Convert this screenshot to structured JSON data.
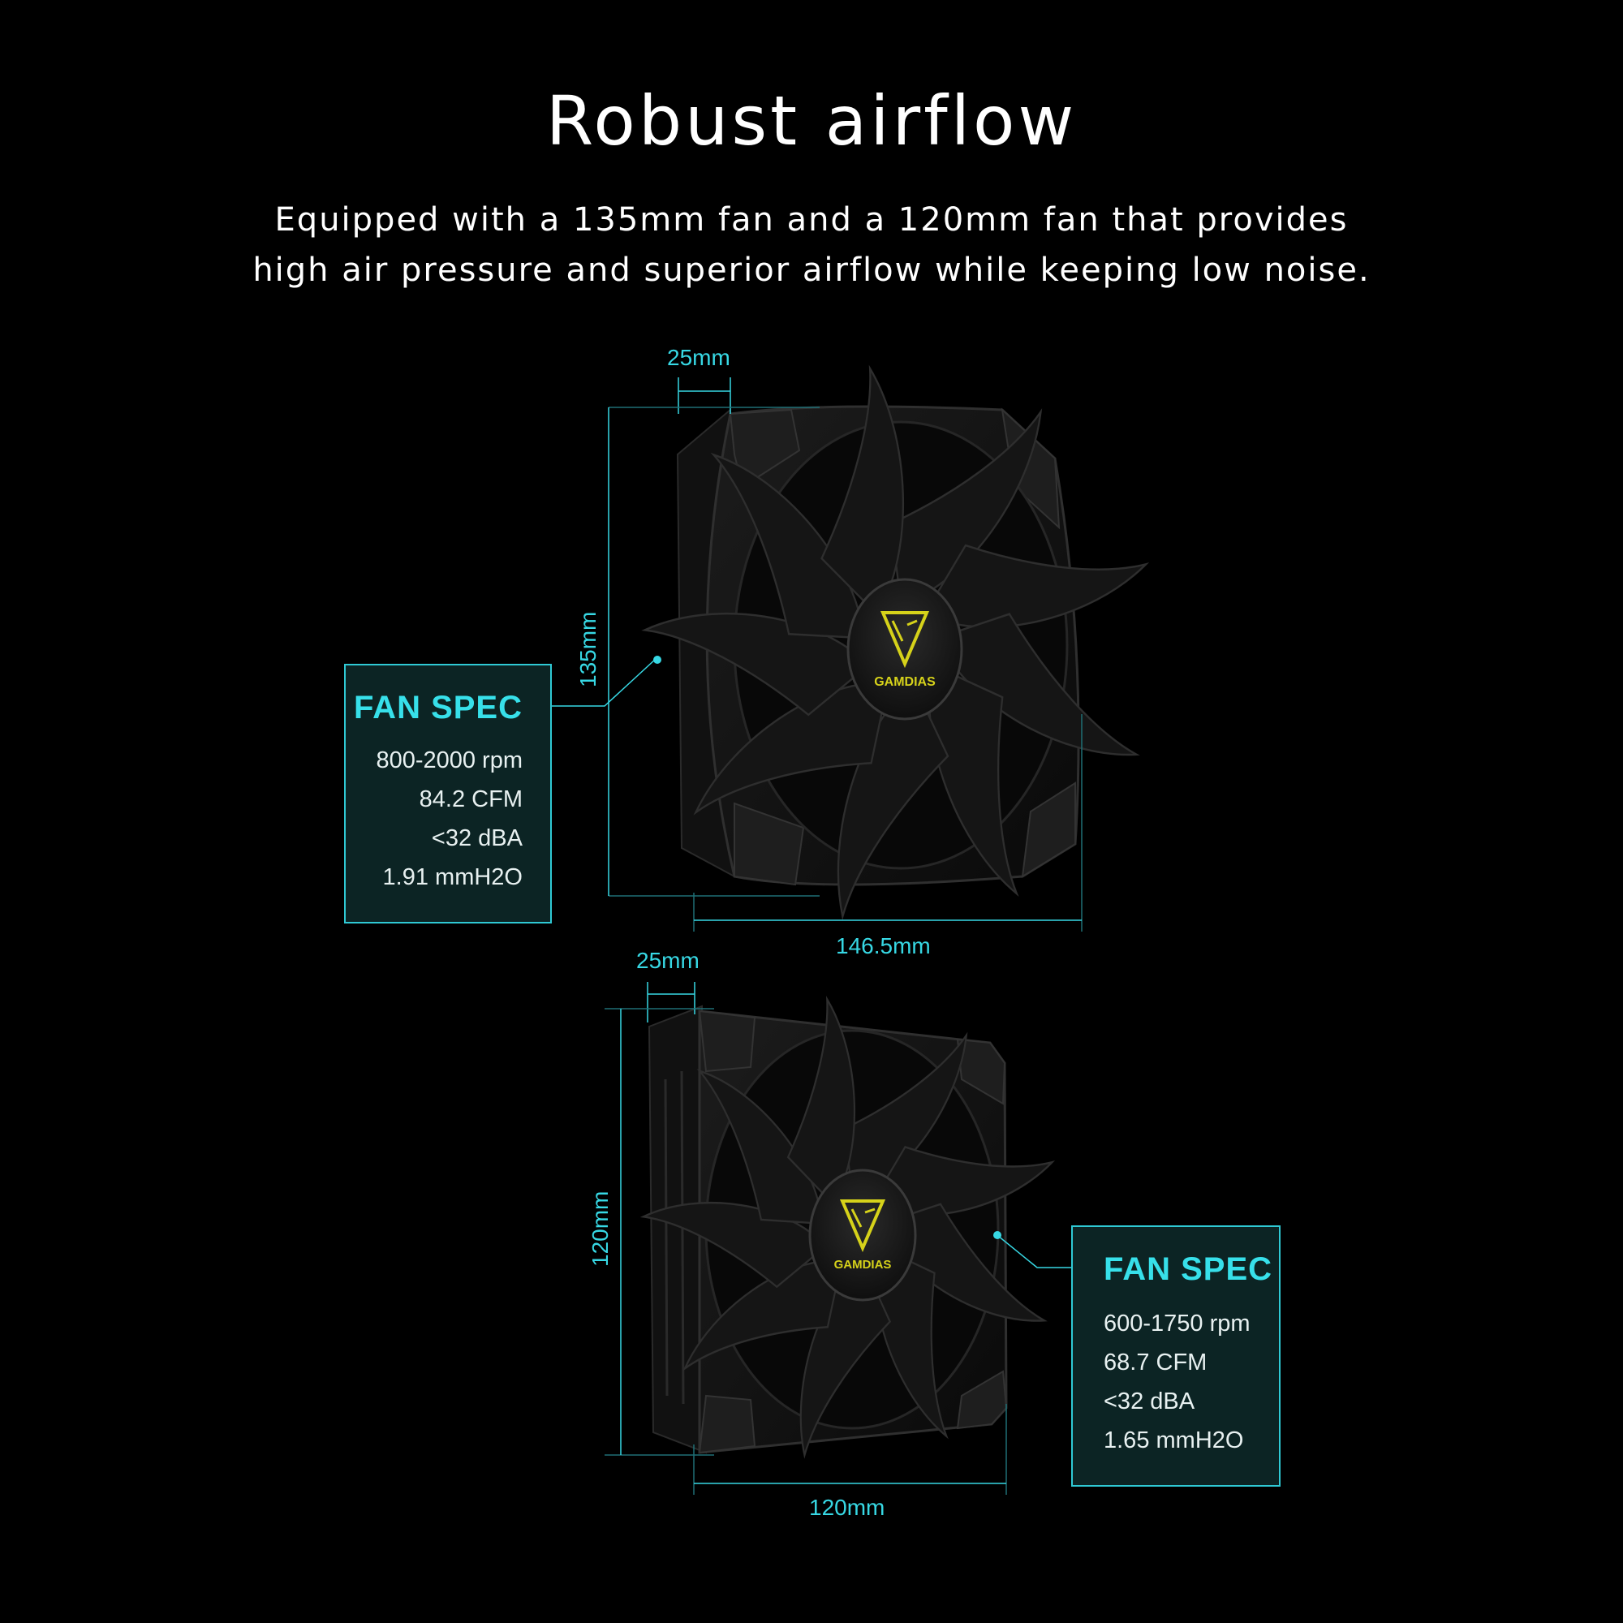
{
  "header": {
    "title": "Robust airflow",
    "subtitle_line1": "Equipped with a 135mm fan and a 120mm fan that provides",
    "subtitle_line2": "high air pressure and superior airflow while keeping low noise."
  },
  "fan_135": {
    "brand": "GAMDIAS",
    "depth": "25mm",
    "height": "135mm",
    "width": "146.5mm",
    "spec": {
      "heading": "FAN SPEC",
      "items": [
        "800-2000 rpm",
        "84.2 CFM",
        "<32 dBA",
        "1.91 mmH2O"
      ]
    }
  },
  "fan_120": {
    "brand": "GAMDIAS",
    "depth": "25mm",
    "height": "120mm",
    "width": "120mm",
    "spec": {
      "heading": "FAN SPEC",
      "items": [
        "600-1750 rpm",
        "68.7 CFM",
        "<32 dBA",
        "1.65 mmH2O"
      ]
    }
  },
  "colors": {
    "accent": "#37d8e4",
    "logo": "#d6d21a",
    "panel": "#0c2424"
  }
}
